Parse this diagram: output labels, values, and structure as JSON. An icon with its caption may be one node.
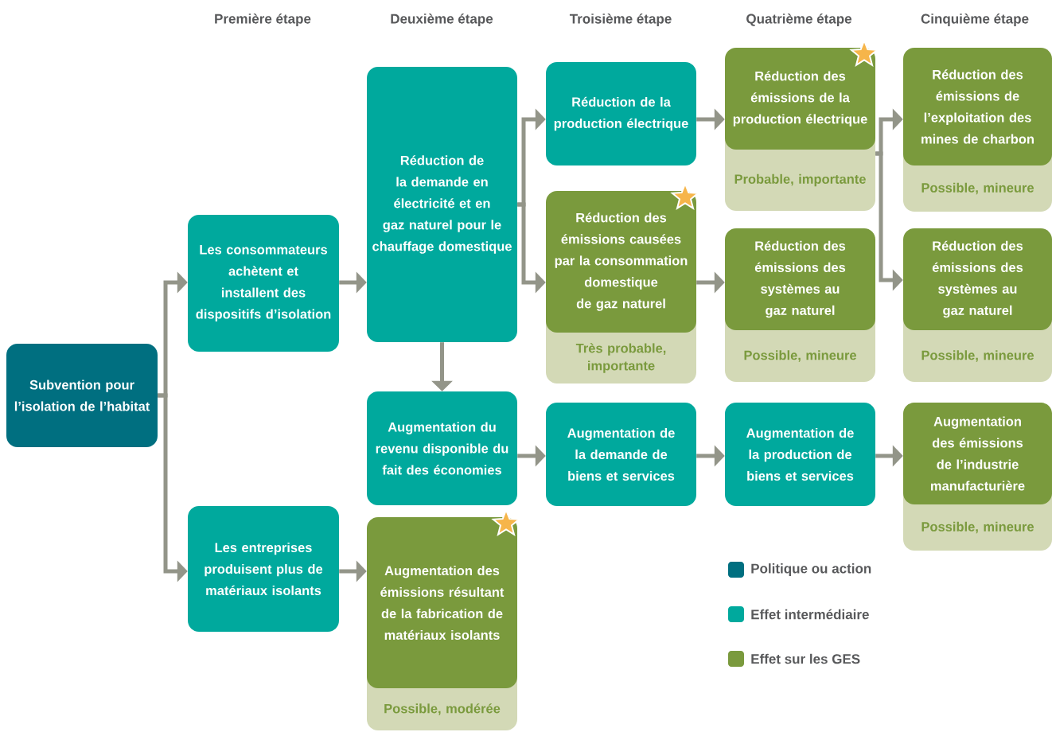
{
  "diagram": {
    "nodes": [
      {
        "text": [
          "Subvention pour l’isolation de l’habitat"
        ]
      },
      {
        "text": [
          "Les consommateurs achètent et installent des dispositifs d’isolation"
        ]
      },
      {
        "text": [
          "Les entreprises produisent plus de matériaux isolants"
        ]
      },
      {
        "text": [
          "Réduction de la demande en électricité et en gaz naturel pour le chauffage domestique"
        ]
      },
      {
        "text": [
          "Augmentation du revenu disponible du fait des économies"
        ]
      },
      {
        "text": [
          "Augmentation des émissions résultant de la fabrication de matériaux isolants",
          "Possible, modérée"
        ]
      },
      {
        "text": [
          "Réduction de la production électrique"
        ]
      },
      {
        "text": [
          "Réduction des émissions causées par la consommation domestique de gaz naturel",
          "Très probable, importante"
        ]
      },
      {
        "text": [
          "Augmentation de la demande de biens et services"
        ]
      },
      {
        "text": [
          "Réduction des émissions de la production électrique",
          "Probable, importante"
        ]
      },
      {
        "text": [
          "Réduction des émissions des systèmes au gaz naturel",
          "Possible, mineure"
        ]
      },
      {
        "text": [
          "Augmentation de la production de biens et services"
        ]
      },
      {
        "text": [
          "Réduction des émissions de l’exploitation des mines de charbon",
          "Possible, mineure"
        ]
      },
      {
        "text": [
          "Réduction des émissions des systèmes au gaz naturel",
          "Possible, mineure"
        ]
      },
      {
        "text": [
          "Augmentation des émissions de l’industrie manufacturière",
          "Possible, mineure"
        ]
      }
    ],
    "edges": [
      {
        "from": 0,
        "to": 1,
        "arrow": "to"
      },
      {
        "from": 0,
        "to": 2,
        "arrow": "to"
      },
      {
        "from": 1,
        "to": 3,
        "arrow": "to"
      },
      {
        "from": 2,
        "to": 5,
        "arrow": "to"
      },
      {
        "from": 3,
        "to": 6,
        "arrow": "to"
      },
      {
        "from": 3,
        "to": 7,
        "arrow": "to"
      },
      {
        "from": 3,
        "to": 4,
        "arrow": "to"
      },
      {
        "from": 6,
        "to": 9,
        "arrow": "to"
      },
      {
        "from": 7,
        "to": 10,
        "arrow": "to"
      },
      {
        "from": 4,
        "to": 8,
        "arrow": "to"
      },
      {
        "from": 8,
        "to": 11,
        "arrow": "to"
      },
      {
        "from": 11,
        "to": 14,
        "arrow": "to"
      },
      {
        "from": 9,
        "to": 12,
        "arrow": "to"
      },
      {
        "from": 9,
        "to": 13,
        "arrow": "to"
      }
    ],
    "labels": [
      "Première étape",
      "Deuxième étape",
      "Troisième étape",
      "Quatrième étape",
      "Cinquième étape"
    ],
    "legend": [
      {
        "text": "Politique ou action",
        "color": "#006f80"
      },
      {
        "text": "Effet intermédiaire",
        "color": "#00a99d"
      },
      {
        "text": "Effet sur les GES",
        "color": "#7a9a3d"
      }
    ]
  }
}
